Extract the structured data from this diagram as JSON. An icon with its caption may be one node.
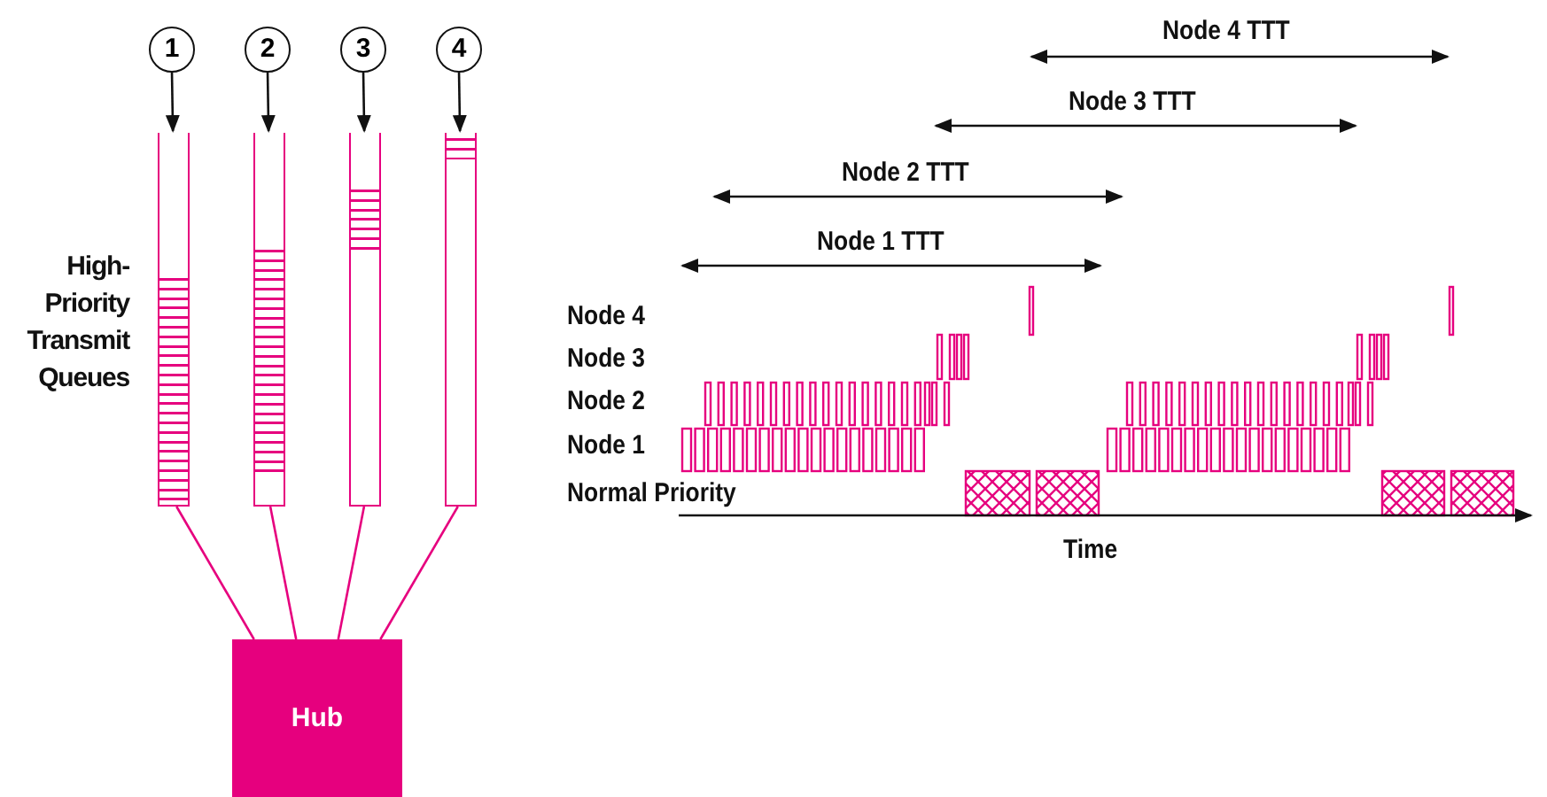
{
  "diagram": {
    "nodes": [
      {
        "text": [
          "1"
        ]
      },
      {
        "text": [
          "2"
        ]
      },
      {
        "text": [
          "3"
        ]
      },
      {
        "text": [
          "4"
        ]
      },
      {
        "text": [],
        "shape": "bar"
      },
      {
        "text": [],
        "shape": "bar"
      },
      {
        "text": [],
        "shape": "bar"
      },
      {
        "text": [],
        "shape": "bar"
      },
      {
        "text": [
          "Hub"
        ]
      }
    ],
    "edges": [
      {
        "from": 0,
        "to": 4,
        "arrow": "to"
      },
      {
        "from": 1,
        "to": 5,
        "arrow": "to"
      },
      {
        "from": 2,
        "to": 6,
        "arrow": "to"
      },
      {
        "from": 3,
        "to": 7,
        "arrow": "to"
      },
      {
        "from": 4,
        "to": 8,
        "arrow": "none",
        "color": "#e6007e"
      },
      {
        "from": 5,
        "to": 8,
        "arrow": "none",
        "color": "#e6007e"
      },
      {
        "from": 6,
        "to": 8,
        "arrow": "none",
        "color": "#e6007e"
      },
      {
        "from": 7,
        "to": 8,
        "arrow": "none",
        "color": "#e6007e"
      }
    ],
    "labels": [
      "Node 4 TTT",
      "Node 3 TTT",
      "Node 2 TTT",
      "Node 1 TTT",
      "High-Priority Transmit Queues",
      "Node 4",
      "Node 3",
      "Node 2",
      "Node 1",
      "Normal Priority",
      "Time"
    ]
  }
}
